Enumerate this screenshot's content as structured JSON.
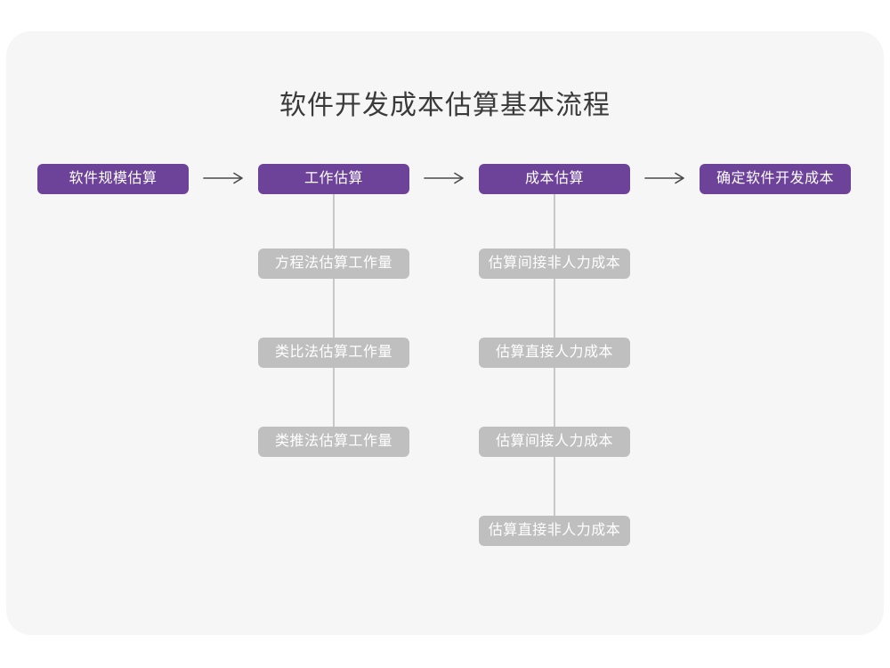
{
  "page": {
    "title": "软件开发成本估算基本流程"
  },
  "flow": {
    "stages": [
      {
        "label": "软件规模估算"
      },
      {
        "label": "工作估算"
      },
      {
        "label": "成本估算"
      },
      {
        "label": "确定软件开发成本"
      }
    ],
    "work_estimation_methods": [
      "方程法估算工作量",
      "类比法估算工作量",
      "类推法估算工作量"
    ],
    "cost_estimation_items": [
      "估算间接非人力成本",
      "估算直接人力成本",
      "估算间接人力成本",
      "估算直接非人力成本"
    ]
  },
  "colors": {
    "panel_bg": "#F6F6F6",
    "stage_fill": "#6D4299",
    "sub_fill": "#BFBFBF",
    "box_text": "#FFFFFF",
    "title_text": "#3A3A3A",
    "arrow": "#4A4A4A",
    "connector": "#C8C8C8"
  }
}
